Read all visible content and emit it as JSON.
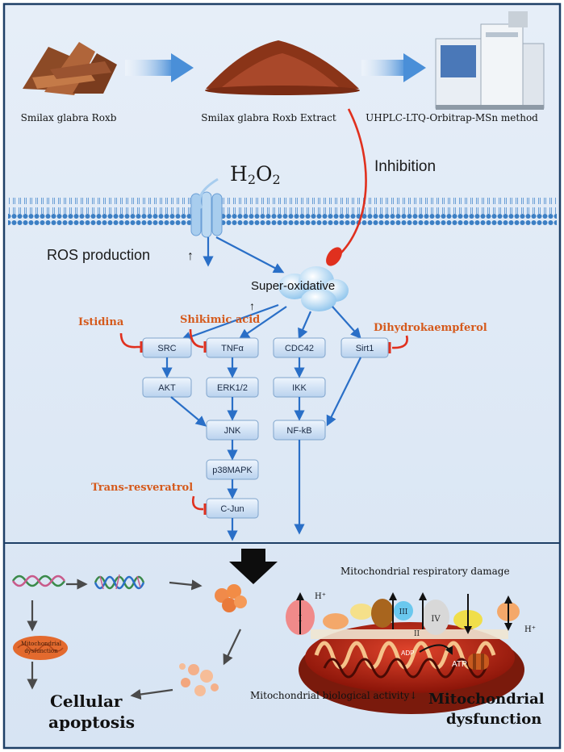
{
  "top_row": {
    "raw_label": "Smilax glabra Roxb",
    "extract_label": "Smilax glabra Roxb Extract",
    "method_label": "UHPLC-LTQ-Orbitrap-MSn method"
  },
  "membrane": {
    "h2o2_label": "H2O2",
    "inhibition_label": "Inhibition",
    "ros_label": "ROS production"
  },
  "pathway": {
    "hub_label": "Super-oxidative",
    "nodes": {
      "src": "SRC",
      "tnfa": "TNFα",
      "cdc42": "CDC42",
      "sirt1": "Sirt1",
      "akt": "AKT",
      "erk": "ERK1/2",
      "ikk": "IKK",
      "jnk": "JNK",
      "nfkb": "NF-kB",
      "p38": "p38MAPK",
      "cjun": "C-Jun"
    },
    "compounds": {
      "istidina": "Istidina",
      "shikimic": "Shikimic acid",
      "dihydro": "Dihydrokaempferol",
      "resveratrol": "Trans-resveratrol"
    }
  },
  "bottom": {
    "resp_damage": "Mitochondrial respiratory damage",
    "mito_dysfunction_small": "Mitochondrial dysfunction",
    "bio_activity": "Mitochondrial biological activity↓",
    "apoptosis": "Cellular apoptosis",
    "mito_dysfunction_big": "Mitochondrial dysfunction",
    "complexes": [
      "I",
      "III",
      "IV",
      "II"
    ],
    "h_plus": "H⁺",
    "atp": "ATP",
    "adp": "ADP"
  },
  "colors": {
    "panel_bg": "#dce8f5",
    "border": "#1e3f66",
    "arrow_blue": "#2a6fc7",
    "inhibit_red": "#e0301e",
    "compound_orange": "#d55a1c"
  }
}
